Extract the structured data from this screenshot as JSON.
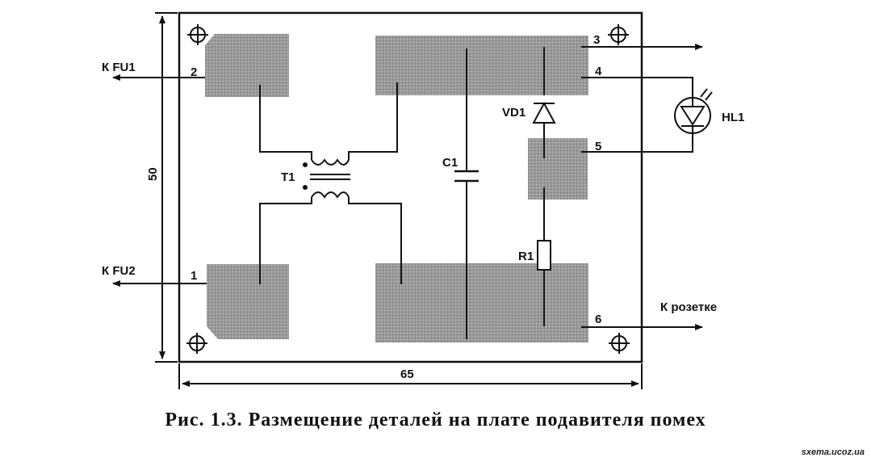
{
  "labels": {
    "fu1": "К FU1",
    "fu2": "К FU2",
    "socket": "К розетке",
    "t1": "T1",
    "c1": "C1",
    "vd1": "VD1",
    "hl1": "HL1",
    "r1": "R1"
  },
  "pins": {
    "p1": "1",
    "p2": "2",
    "p3": "3",
    "p4": "4",
    "p5": "5",
    "p6": "6"
  },
  "dimensions": {
    "width": "65",
    "height": "50"
  },
  "caption": "Рис. 1.3. Размещение деталей на плате подавителя помех",
  "watermark": "sxema.ucoz.ua"
}
